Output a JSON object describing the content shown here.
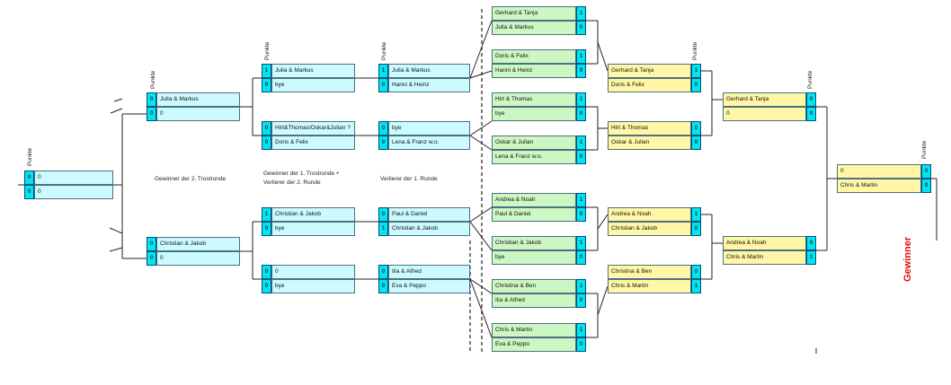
{
  "header_label": "Punkte",
  "labels": {
    "consolation2_winner": "Gewinner der 2. Trostrunde",
    "consolation1_line1": "Gewinner der 1. Trostrunde +",
    "consolation1_line2": "Verlierer der 2. Runde",
    "round1_losers": "Verlierer der 1. Runde",
    "winner": "Gewinner"
  },
  "slots": {
    "c0a": {
      "name": "0",
      "score": "0"
    },
    "c0b": {
      "name": "0",
      "score": "0"
    },
    "c1a": {
      "name": "Julia & Markus",
      "score": "0"
    },
    "c1b": {
      "name": "0",
      "score": "0"
    },
    "c1c": {
      "name": "Christian & Jakob",
      "score": "0"
    },
    "c1d": {
      "name": "0",
      "score": "0"
    },
    "c2a": {
      "name": "Julia & Markus",
      "score": "1"
    },
    "c2b": {
      "name": "bye",
      "score": "0"
    },
    "c2c": {
      "name": "Hirt&Thomas/Oskar&Julian ?",
      "score": "0"
    },
    "c2d": {
      "name": "Doris & Felix",
      "score": "0"
    },
    "c2e": {
      "name": "Christian & Jakob",
      "score": "1"
    },
    "c2f": {
      "name": "bye",
      "score": "0"
    },
    "c2g": {
      "name": "0",
      "score": "0"
    },
    "c2h": {
      "name": "bye",
      "score": "0"
    },
    "c3a": {
      "name": "Julia & Markus",
      "score": "1"
    },
    "c3b": {
      "name": "Hanni & Heinz",
      "score": "0"
    },
    "c3c": {
      "name": "bye",
      "score": "0"
    },
    "c3d": {
      "name": "Lena & Franz w.o.",
      "score": "0"
    },
    "c3e": {
      "name": "Paul & Daniel",
      "score": "0"
    },
    "c3f": {
      "name": "Christian & Jakob",
      "score": "1"
    },
    "c3g": {
      "name": "Ilia & Alfred",
      "score": "0"
    },
    "c3h": {
      "name": "Eva & Peppo",
      "score": "0"
    },
    "g1": {
      "name": "Gerhard & Tanja",
      "score": "1"
    },
    "g2": {
      "name": "Julia & Markus",
      "score": "0"
    },
    "g3": {
      "name": "Doris & Felix",
      "score": "1"
    },
    "g4": {
      "name": "Hanni & Heinz",
      "score": "0"
    },
    "g5": {
      "name": "Hirt & Thomas",
      "score": "1"
    },
    "g6": {
      "name": "bye",
      "score": "0"
    },
    "g7": {
      "name": "Oskar & Julian",
      "score": "1"
    },
    "g8": {
      "name": "Lena & Franz w.o.",
      "score": "0"
    },
    "g9": {
      "name": "Andrea & Noah",
      "score": "1"
    },
    "g10": {
      "name": "Paul & Daniel",
      "score": "0"
    },
    "g11": {
      "name": "Christian & Jakob",
      "score": "1"
    },
    "g12": {
      "name": "bye",
      "score": "0"
    },
    "g13": {
      "name": "Christina & Ben",
      "score": "1"
    },
    "g14": {
      "name": "Ilia & Alfred",
      "score": "0"
    },
    "g15": {
      "name": "Chris & Martin",
      "score": "1"
    },
    "g16": {
      "name": "Eva & Peppo",
      "score": "0"
    },
    "y1": {
      "name": "Gerhard & Tanja",
      "score": "1"
    },
    "y2": {
      "name": "Doris & Felix",
      "score": "0"
    },
    "y3": {
      "name": "Hirt & Thomas",
      "score": "0"
    },
    "y4": {
      "name": "Oskar & Julian",
      "score": "0"
    },
    "y5": {
      "name": "Andrea & Noah",
      "score": "1"
    },
    "y6": {
      "name": "Christian & Jakob",
      "score": "0"
    },
    "y7": {
      "name": "Christina & Ben",
      "score": "0"
    },
    "y8": {
      "name": "Chris & Martin",
      "score": "1"
    },
    "s1": {
      "name": "Gerhard & Tanja",
      "score": "0"
    },
    "s2": {
      "name": "0",
      "score": "0"
    },
    "s3": {
      "name": "Andrea & Noah",
      "score": "0"
    },
    "s4": {
      "name": "Chris & Martin",
      "score": "1"
    },
    "f1": {
      "name": "0",
      "score": "0"
    },
    "f2": {
      "name": "Chris & Martin",
      "score": "0"
    }
  }
}
